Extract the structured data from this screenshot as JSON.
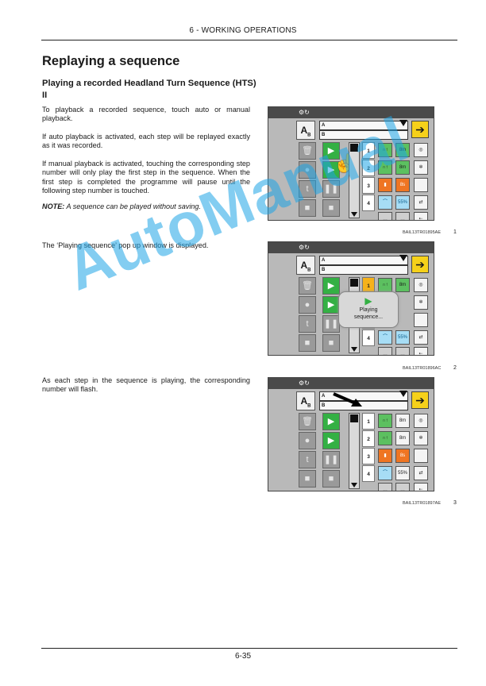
{
  "header": {
    "section": "6 - WORKING OPERATIONS"
  },
  "title": "Replaying a sequence",
  "subtitle": "Playing a recorded Headland Turn Sequence (HTS) II",
  "paragraphs": [
    "To playback a recorded sequence, touch auto or manual playback.",
    "If auto playback is activated, each step will be replayed exactly as it was recorded.",
    "If manual playback is activated, touching the corresponding step number will only play the first step in the sequence. When the first step is completed the programme will pause until the following step number is touched.",
    "The ‘Playing sequence’ pop up window is displayed.",
    "As each step in the sequence is playing, the corresponding number will flash."
  ],
  "note": {
    "label": "NOTE:",
    "text": " A sequence can be played without saving."
  },
  "figures": [
    {
      "code": "BAIL13TR01895AE",
      "number": "1"
    },
    {
      "code": "BAIL13TR01896AC",
      "number": "2"
    },
    {
      "code": "BAIL13TR01897AE",
      "number": "3"
    }
  ],
  "screen": {
    "ab_label": "A",
    "ab_sub": "B",
    "field_a": "A",
    "field_b": "B",
    "step_numbers": [
      "1",
      "2",
      "3",
      "4"
    ],
    "cell_values": [
      "8m",
      "8m",
      "8s",
      "55%"
    ],
    "popup_line1": "Playing",
    "popup_line2": "sequence..."
  },
  "watermark": "AutoManual",
  "footer": {
    "page": "6-35"
  }
}
